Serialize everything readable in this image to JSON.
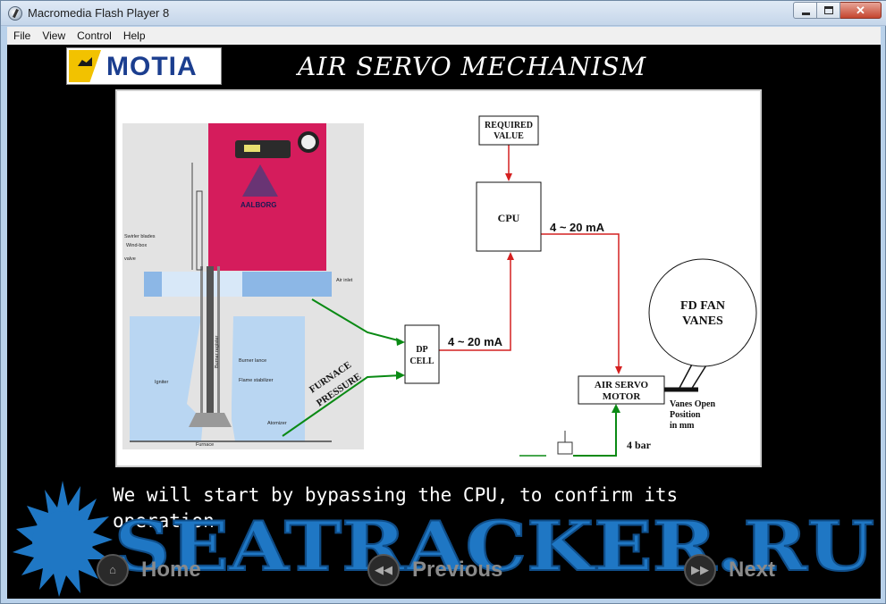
{
  "window": {
    "title": "Macromedia Flash Player 8"
  },
  "window_controls": {
    "minimize": "",
    "maximize": "",
    "close": "✕"
  },
  "menu": {
    "items": [
      "File",
      "View",
      "Control",
      "Help"
    ]
  },
  "logo": {
    "text": "MOTIA"
  },
  "slide": {
    "title": "AIR SERVO MECHANISM"
  },
  "diagram": {
    "required_value": [
      "REQUIRED",
      "VALUE"
    ],
    "cpu": "CPU",
    "signal_top": "4 ~ 20 mA",
    "signal_bottom": "4 ~ 20 mA",
    "dp_cell": [
      "DP",
      "CELL"
    ],
    "air_servo_motor": [
      "AIR SERVO",
      "MOTOR"
    ],
    "fd_fan_vanes": [
      "FD FAN",
      "VANES"
    ],
    "vanes_open": [
      "Vanes Open",
      "Position",
      "in mm"
    ],
    "air_supply": "4 bar",
    "furnace_pressure": [
      "FURNACE",
      "PRESSURE"
    ],
    "burner_brand": "AALBORG",
    "burner_labels": {
      "swirler": "Swirler blades",
      "windbox": "Wind-box",
      "valve": "valve",
      "air_inlet": "Air inlet",
      "burner_register": "Burner register",
      "burner_lance": "Burner lance",
      "igniter": "Igniter",
      "flame_stabilizer": "Flame stabilizer",
      "atomizer": "Atomizer",
      "furnace": "Furnace"
    }
  },
  "caption": "We will start by bypassing the CPU, to confirm its operation.",
  "watermark": {
    "text": "SEATRACKER.RU"
  },
  "nav": {
    "home": "Home",
    "previous": "Previous",
    "next": "Next"
  },
  "colors": {
    "stage_bg": "#000000",
    "signal_red": "#d42020",
    "pneumatic_green": "#0a8a14",
    "burner_pink": "#d51c5c",
    "watermark_blue": "#1f77c4"
  }
}
